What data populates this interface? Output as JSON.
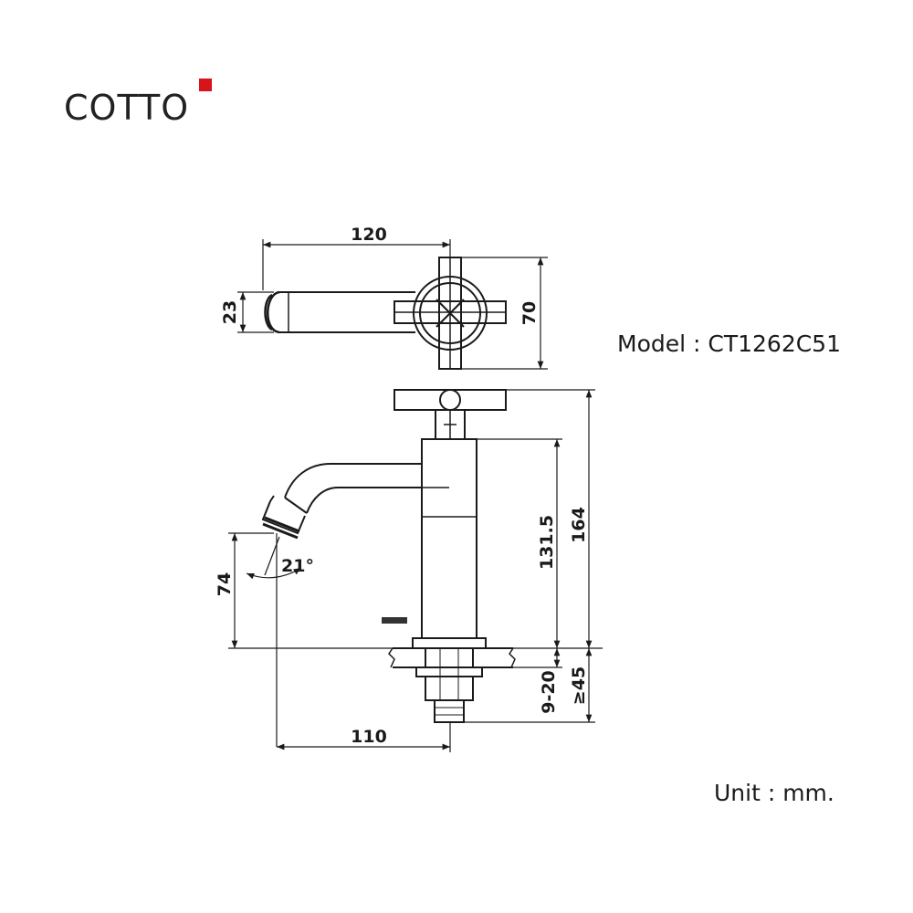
{
  "brand": {
    "name": "COTTO",
    "accent_color": "#d7141a"
  },
  "model": {
    "label": "Model : CT1262C51"
  },
  "unit": {
    "label": "Unit : mm."
  },
  "dimensions": {
    "top_view_length": "120",
    "top_view_handle_width": "70",
    "top_view_spout_width": "23",
    "total_height": "164",
    "body_height": "131.5",
    "spout_height": "74",
    "spout_angle": "21°",
    "spout_reach": "110",
    "mount_thickness": "9-20",
    "thread_length": "≥45"
  }
}
